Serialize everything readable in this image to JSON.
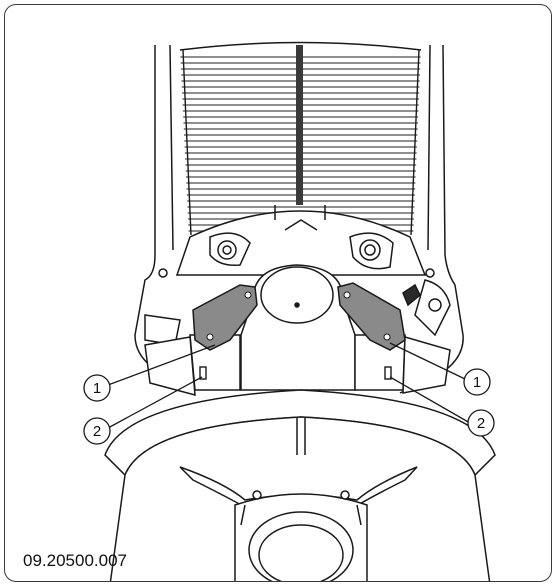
{
  "figure": {
    "code": "09.20500.007",
    "callouts": [
      {
        "label": "1"
      },
      {
        "label": "2"
      },
      {
        "label": "1"
      },
      {
        "label": "2"
      }
    ],
    "colors": {
      "line": "#1a1a1a",
      "part_fill": "#8a8a8a",
      "part_fill_light": "#a8a8a8",
      "frame": "#3a3a3a"
    }
  }
}
